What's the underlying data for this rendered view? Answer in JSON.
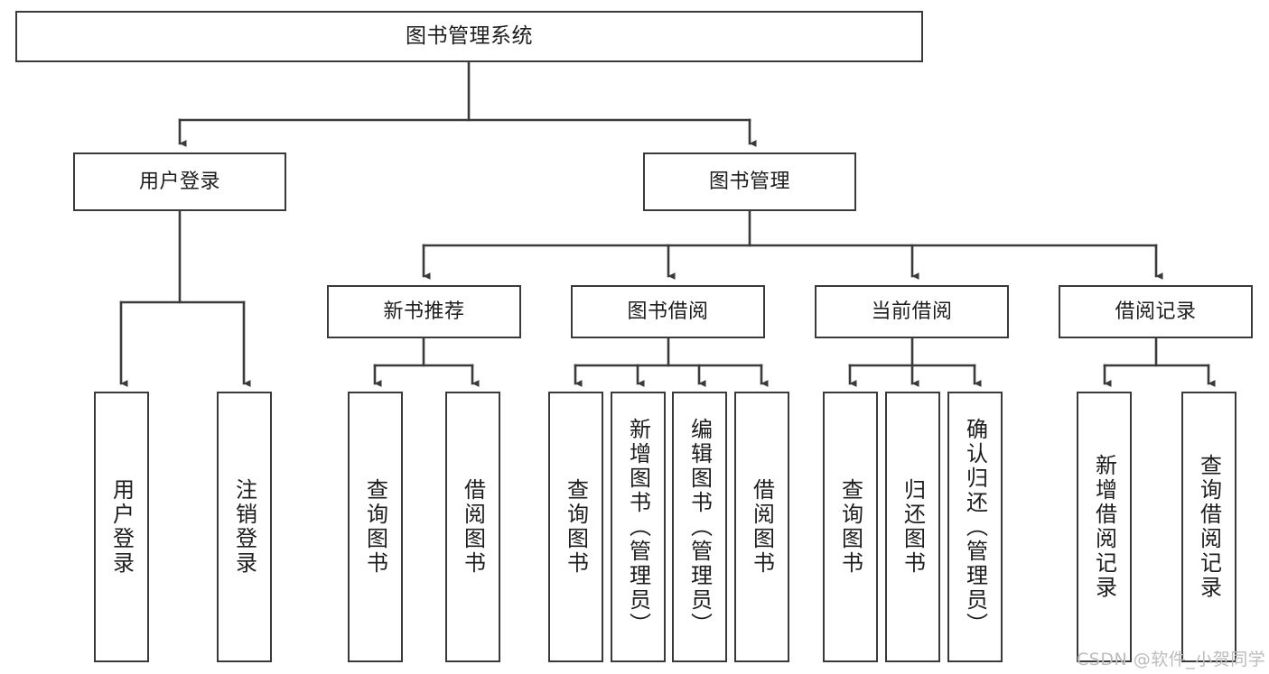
{
  "diagram": {
    "title": "图书管理系统",
    "type": "tree-hierarchy-diagram",
    "colors": {
      "box_border": "#3a3a3a",
      "box_fill": "#ffffff",
      "connector": "#3a3a3a",
      "text": "#1d1d1d",
      "watermark": "#bcbcbc"
    },
    "root": {
      "label": "图书管理系统"
    },
    "level2": [
      {
        "label": "用户登录"
      },
      {
        "label": "图书管理"
      }
    ],
    "level3": [
      {
        "label": "新书推荐"
      },
      {
        "label": "图书借阅"
      },
      {
        "label": "当前借阅"
      },
      {
        "label": "借阅记录"
      }
    ],
    "leaves": {
      "user_login": [
        {
          "label": "用户登录"
        },
        {
          "label": "注销登录"
        }
      ],
      "new_book_recommend": [
        {
          "label": "查询图书"
        },
        {
          "label": "借阅图书"
        }
      ],
      "book_borrow": [
        {
          "label": "查询图书"
        },
        {
          "label": "新增图书（管理员）"
        },
        {
          "label": "编辑图书（管理员）"
        },
        {
          "label": "借阅图书"
        }
      ],
      "current_borrow": [
        {
          "label": "查询图书"
        },
        {
          "label": "归还图书"
        },
        {
          "label": "确认归还（管理员）"
        }
      ],
      "borrow_record": [
        {
          "label": "新增借阅记录"
        },
        {
          "label": "查询借阅记录"
        }
      ]
    }
  },
  "watermark": {
    "text": "CSDN @软件_小贺同学"
  }
}
